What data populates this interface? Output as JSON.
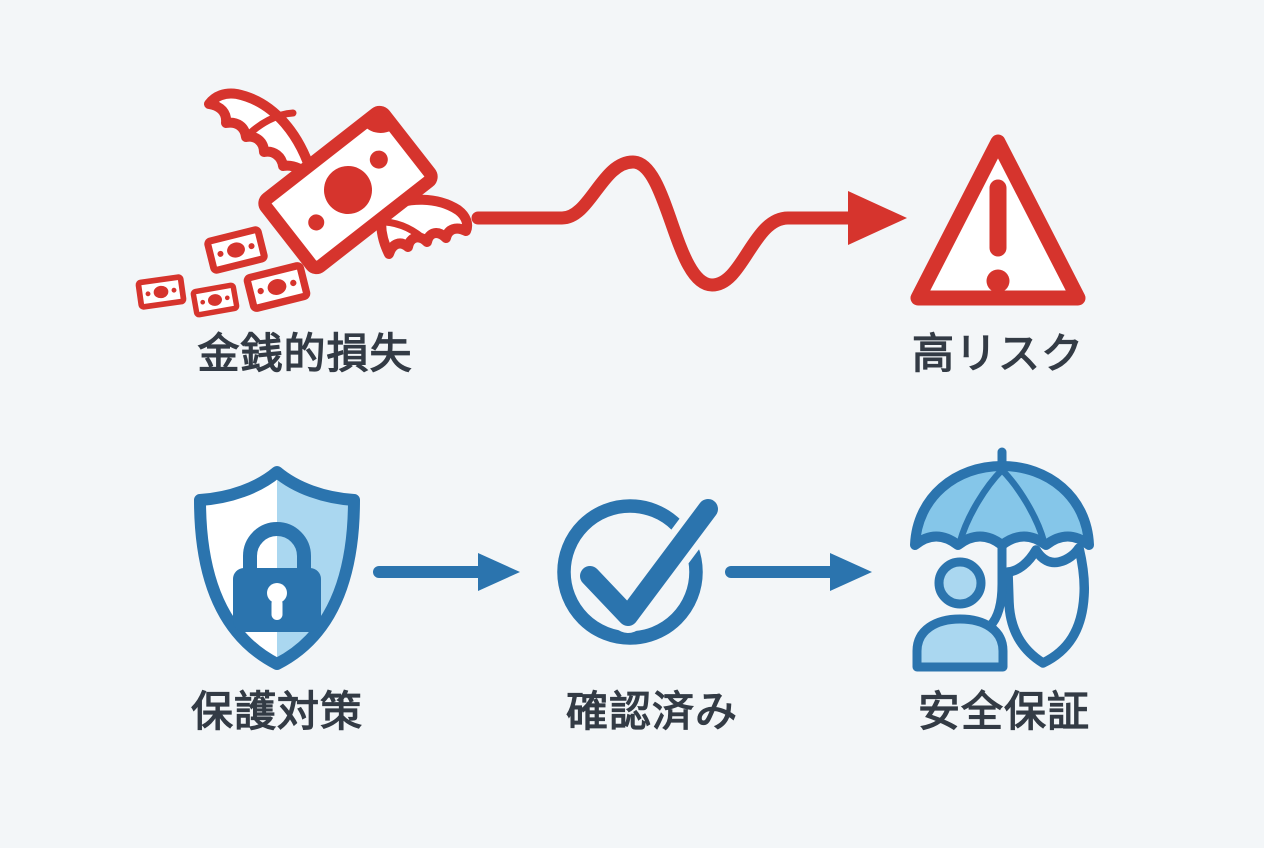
{
  "palette": {
    "background": "#f3f6f8",
    "red": "#d6342d",
    "blue": "#2b74ae",
    "light_blue": "#85c6e9",
    "pale_blue": "#aad7f0",
    "text": "#333b45",
    "icon_fill": "#ffffff"
  },
  "risk_flow": {
    "source": {
      "label": "金銭的損失",
      "icon": "flying-money-icon"
    },
    "connector": {
      "icon": "wavy-arrow-right-icon",
      "color": "#d6342d"
    },
    "result": {
      "label": "高リスク",
      "icon": "warning-triangle-icon"
    }
  },
  "safety_flow": {
    "steps": [
      {
        "label": "保護対策",
        "icon": "shield-lock-icon"
      },
      {
        "label": "確認済み",
        "icon": "check-circle-icon"
      },
      {
        "label": "安全保証",
        "icon": "umbrella-person-shield-icon"
      }
    ],
    "connector": {
      "icon": "arrow-right-icon",
      "color": "#2b74ae"
    }
  }
}
